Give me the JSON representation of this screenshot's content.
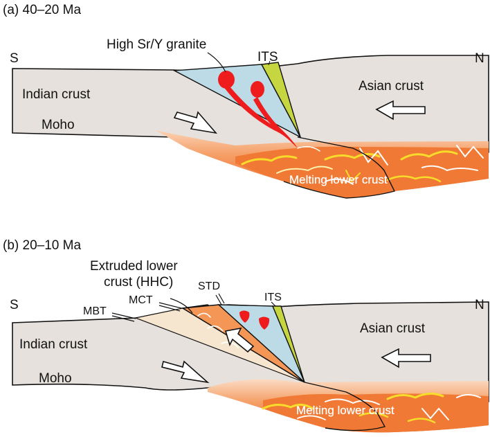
{
  "panel_a": {
    "title": "(a)  40–20 Ma",
    "south": "S",
    "north": "N",
    "granite": "High Sr/Y granite",
    "its": "ITS",
    "indian_crust": "Indian crust",
    "asian_crust": "Asian crust",
    "moho": "Moho",
    "melting": "Melting lower crust"
  },
  "panel_b": {
    "title": "(b)  20–10 Ma",
    "south": "S",
    "north": "N",
    "extruded_1": "Extruded lower",
    "extruded_2": "crust (HHC)",
    "std": "STD",
    "its": "ITS",
    "mct": "MCT",
    "mbt": "MBT",
    "indian_crust": "Indian crust",
    "asian_crust": "Asian crust",
    "moho": "Moho",
    "melting": "Melting lower crust"
  },
  "colors": {
    "crust": "#e6e1dc",
    "wedge_blue": "#bcdbe6",
    "wedge_green": "#c6d640",
    "melt_orange": "#f07a35",
    "melt_yellow": "#f7dd2a",
    "granite_red": "#ee1c1c",
    "hhc_orange": "#f39656",
    "mbt_wedge": "#f6e6cf"
  }
}
